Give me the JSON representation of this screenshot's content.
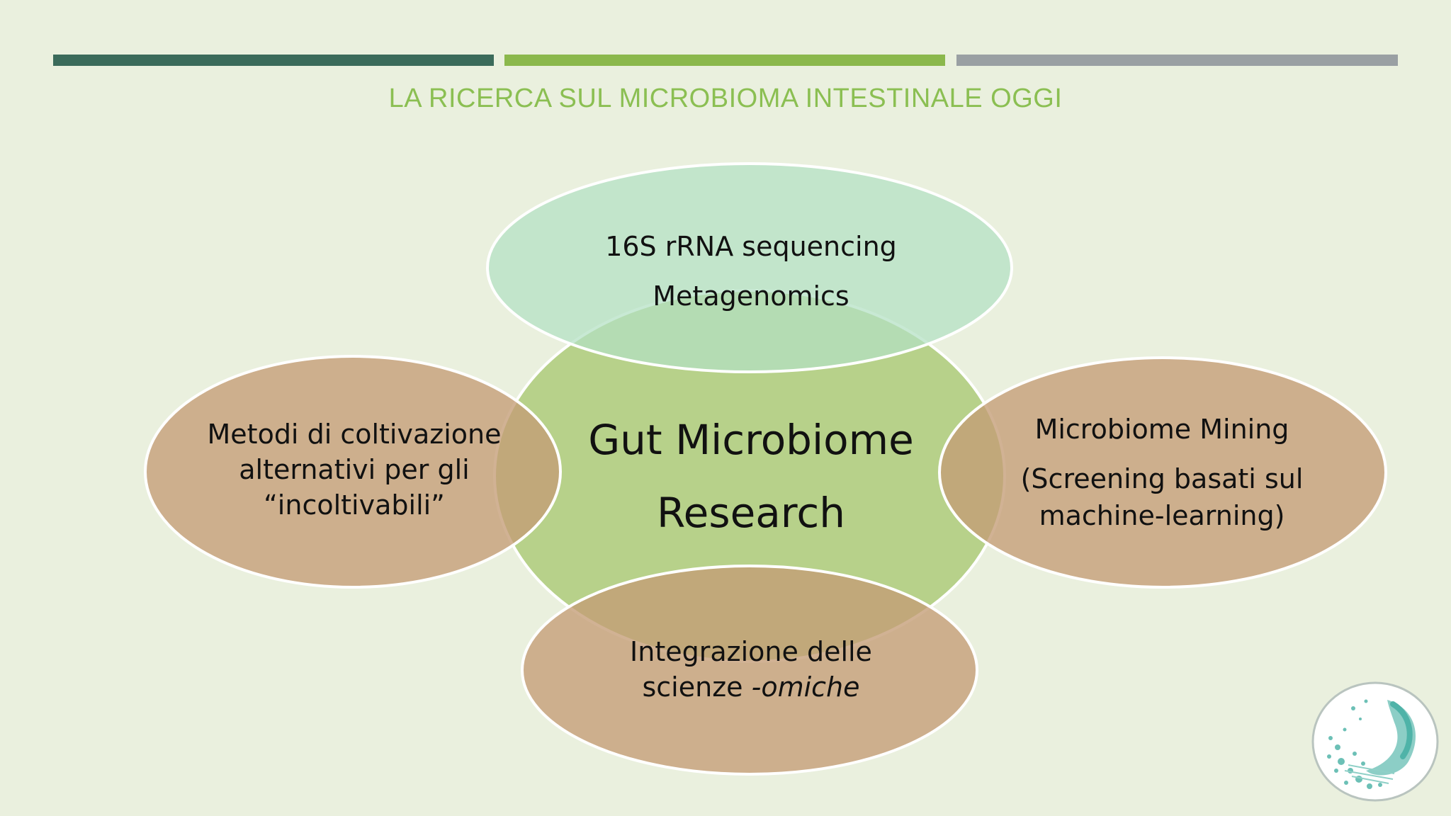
{
  "slide": {
    "title": "LA RICERCA SUL MICROBIOMA INTESTINALE OGGI",
    "colors": {
      "background": "#eaf0de",
      "title": "#8bbf52",
      "bar_dark": "#3b6b5a",
      "bar_green": "#8bb84c",
      "bar_gray": "#9aa0a3",
      "center_fill": "#b7d18a",
      "top_fill": "#b3e0c4",
      "side_fill": "#c49c76",
      "outline": "#ffffff"
    }
  },
  "diagram": {
    "center": {
      "line1": "Gut Microbiome",
      "line2": "Research"
    },
    "top": {
      "line1": "16S rRNA sequencing",
      "line2": "Metagenomics"
    },
    "left": {
      "line1": "Metodi di coltivazione",
      "line2": "alternativi per gli",
      "line3": "“incoltivabili”"
    },
    "right": {
      "line1": "Microbiome Mining",
      "line2": "(Screening basati sul",
      "line3": "machine-learning)"
    },
    "bottom": {
      "line1": "Integrazione delle",
      "line2_prefix": "scienze ",
      "line2_italic": "-omiche"
    }
  }
}
